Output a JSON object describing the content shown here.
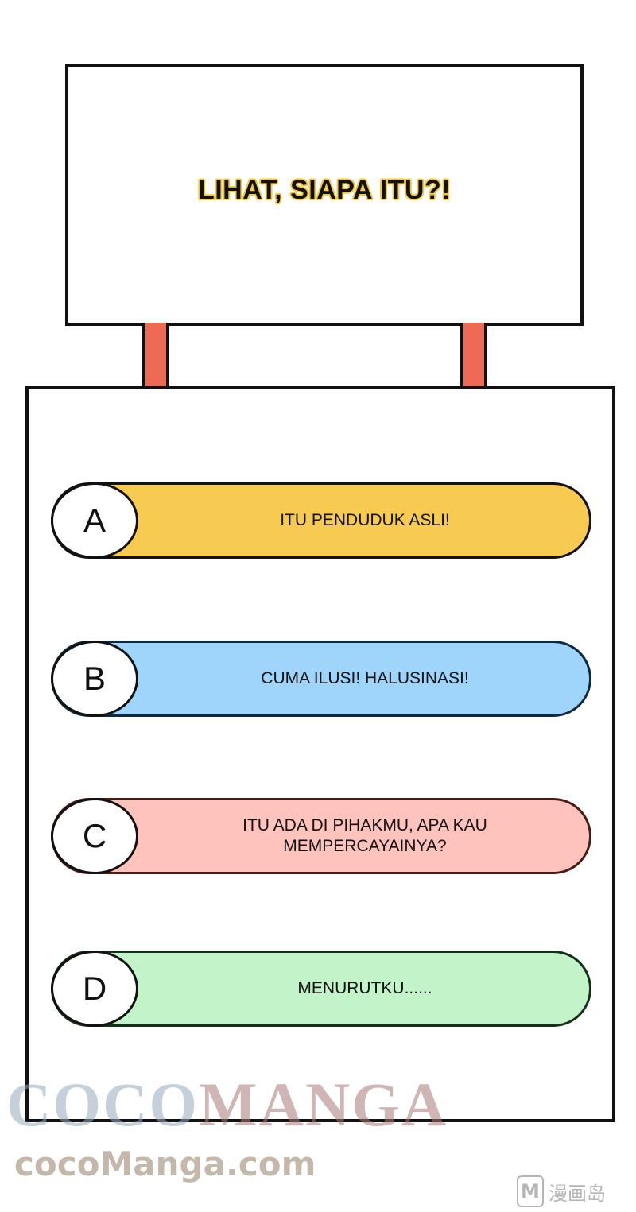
{
  "sign": {
    "title": "LIHAT, SIAPA ITU?!"
  },
  "options": [
    {
      "letter": "A",
      "text": "ITU PENDUDUK ASLI!",
      "color": "#f7cb52"
    },
    {
      "letter": "B",
      "text": "CUMA ILUSI! HALUSINASI!",
      "color": "#9fd5fb"
    },
    {
      "letter": "C",
      "text": "ITU ADA DI PIHAKMU, APA KAU\nMEMPERCAYAINYA?",
      "color": "#fec3bd"
    },
    {
      "letter": "D",
      "text": "MENURUTKU......",
      "color": "#c3f3c9"
    }
  ],
  "watermarks": {
    "brand_a": "COCO",
    "brand_b": "MANGA",
    "site": "cocoManga.com",
    "corner_logo": "M",
    "corner_text": "漫画岛"
  },
  "colors": {
    "post": "#ef6a55",
    "title_outline": "#f6c93c"
  }
}
